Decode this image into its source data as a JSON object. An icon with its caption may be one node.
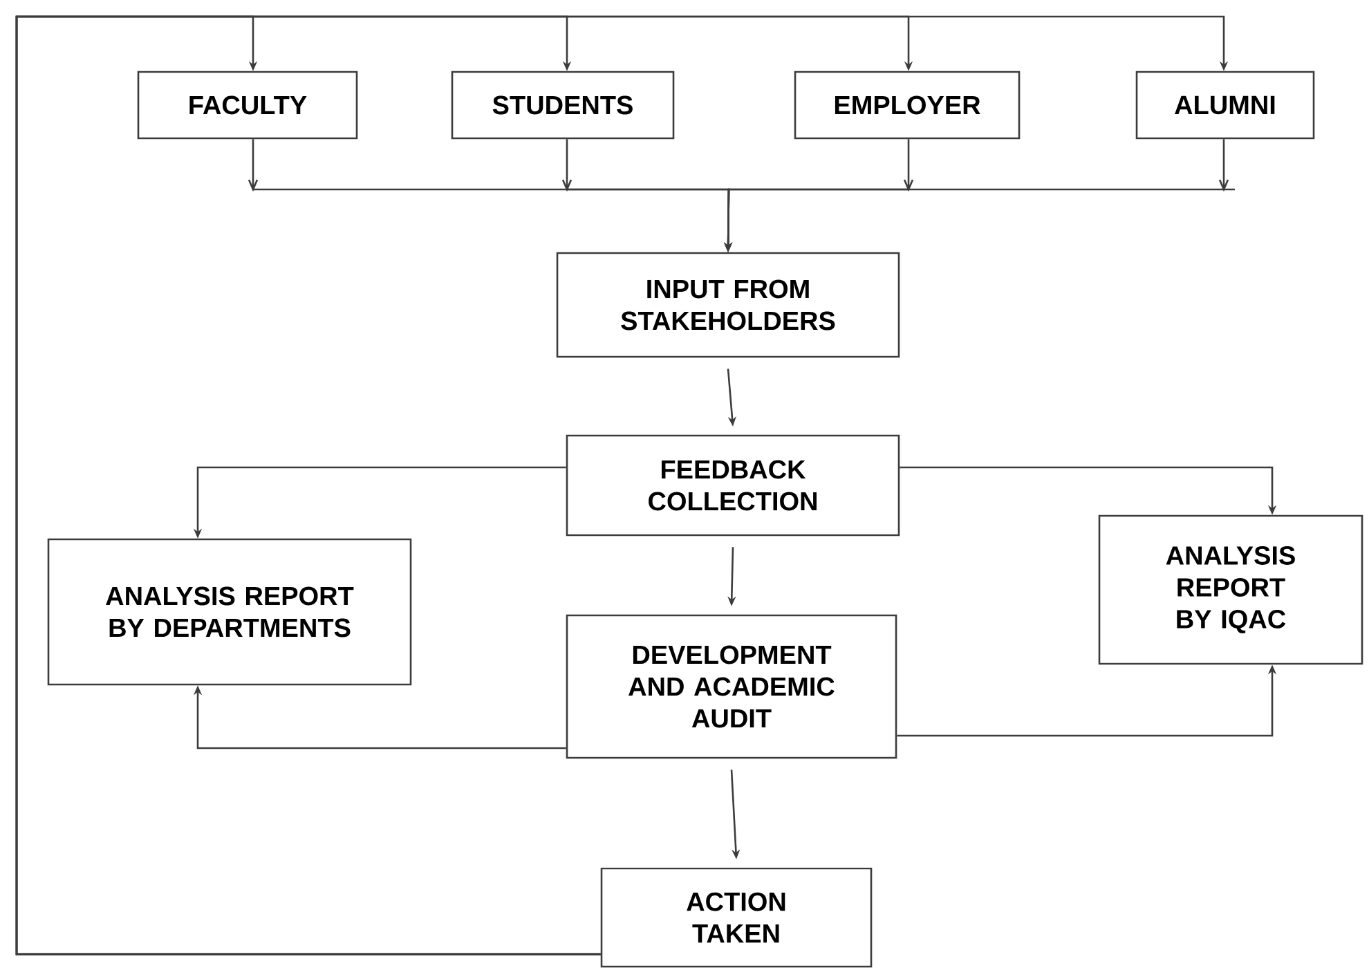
{
  "diagram": {
    "nodes": [
      {
        "text": [
          "FACULTY"
        ]
      },
      {
        "text": [
          "STUDENTS"
        ]
      },
      {
        "text": [
          "EMPLOYER"
        ]
      },
      {
        "text": [
          "ALUMNI"
        ]
      },
      {
        "text": [
          "INPUT FROM STAKEHOLDERS"
        ]
      },
      {
        "text": [
          "FEEDBACK COLLECTION"
        ]
      },
      {
        "text": [
          "ANALYSIS REPORT BY DEPARTMENTS"
        ]
      },
      {
        "text": [
          "ANALYSIS REPORT BY IQAC"
        ]
      },
      {
        "text": [
          "DEVELOPMENT AND ACADEMIC AUDIT"
        ]
      },
      {
        "text": [
          "ACTION TAKEN"
        ]
      }
    ],
    "edges": [
      {
        "from": 9,
        "to": 0,
        "arrow": "to"
      },
      {
        "from": 9,
        "to": 1,
        "arrow": "to"
      },
      {
        "from": 9,
        "to": 2,
        "arrow": "to"
      },
      {
        "from": 9,
        "to": 3,
        "arrow": "to"
      },
      {
        "from": 0,
        "to": 4,
        "arrow": "to"
      },
      {
        "from": 1,
        "to": 4,
        "arrow": "to"
      },
      {
        "from": 2,
        "to": 4,
        "arrow": "to"
      },
      {
        "from": 3,
        "to": 4,
        "arrow": "to"
      },
      {
        "from": 4,
        "to": 5,
        "arrow": "to"
      },
      {
        "from": 5,
        "to": 6,
        "arrow": "to"
      },
      {
        "from": 5,
        "to": 7,
        "arrow": "to"
      },
      {
        "from": 5,
        "to": 8,
        "arrow": "to"
      },
      {
        "from": 8,
        "to": 6,
        "arrow": "to"
      },
      {
        "from": 8,
        "to": 7,
        "arrow": "to"
      },
      {
        "from": 8,
        "to": 9,
        "arrow": "to"
      }
    ]
  }
}
